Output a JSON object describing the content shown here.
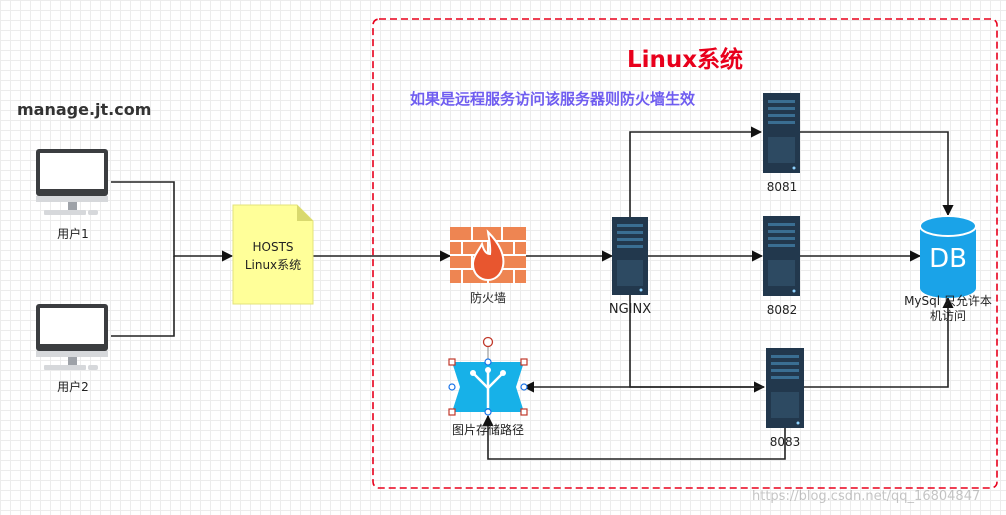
{
  "site_label": "manage.jt.com",
  "region": {
    "title": "Linux系统",
    "subtitle": "如果是远程服务访问该服务器则防火墙生效",
    "title_color": "#e8001c",
    "subtitle_color": "#6f5df0",
    "border_color": "#e8001c"
  },
  "nodes": {
    "user1": "用户1",
    "user2": "用户2",
    "hosts_line1": "HOSTS",
    "hosts_line2": "Linux系统",
    "firewall": "防火墙",
    "nginx": "NGINX",
    "s8081": "8081",
    "s8082": "8082",
    "s8083": "8083",
    "db_text": "DB",
    "db_label_line1": "MySql 只允许本",
    "db_label_line2": "机访问",
    "storage": "图片存储路径"
  },
  "watermark": "https://blog.csdn.net/qq_16804847",
  "icons": [
    "monitor-icon",
    "document-note-icon",
    "firewall-icon",
    "server-icon",
    "database-icon",
    "load-balancer-icon"
  ],
  "colors": {
    "note_fill": "#ffff99",
    "server_dark": "#22384d",
    "server_bar": "#3a6e92",
    "db_fill": "#1aa3e8",
    "storage_fill": "#17b1e8",
    "firewall_fill": "#ee8552",
    "firewall_flame": "#e8562f"
  }
}
